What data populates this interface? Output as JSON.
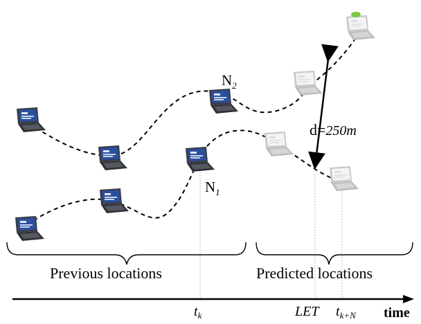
{
  "labels": {
    "previous": "Previous locations",
    "predicted": "Predicted locations",
    "node1_main": "N",
    "node1_sub": "1",
    "node2_main": "N",
    "node2_sub": "2",
    "distance_prefix": "d=",
    "distance_value": "250m",
    "tk_main": "t",
    "tk_sub": "k",
    "let": "LET",
    "tkn_main": "t",
    "tkn_sub": "k+N",
    "time": "time"
  },
  "icons": {
    "past": "laptop-icon",
    "predicted": "faded-laptop-icon"
  },
  "colors": {
    "laptop_body": "#3a3d44",
    "laptop_screen": "#2b4f9e",
    "predicted_laptop": "#c9c9c9",
    "accent_green": "#7ac943",
    "guide_line": "#b8b8b8"
  }
}
